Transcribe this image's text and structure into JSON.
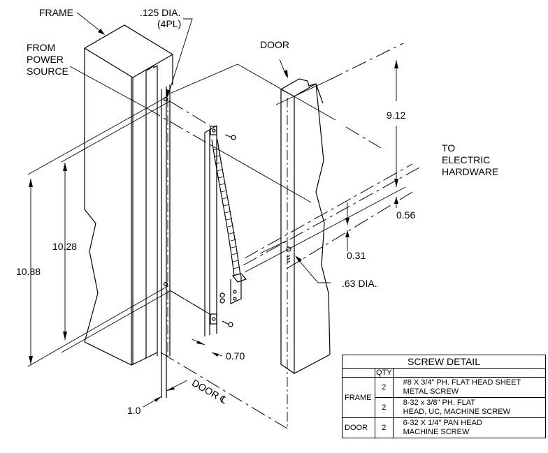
{
  "labels": {
    "frame": "FRAME",
    "hole_dia": ".125 DIA.",
    "hole_count": "(4PL)",
    "from_power_source": [
      "FROM",
      "POWER",
      "SOURCE"
    ],
    "door": "DOOR",
    "to_electric_hardware": [
      "TO",
      "ELECTRIC",
      "HARDWARE"
    ],
    "conduit_dia": ".63 DIA.",
    "door_centerline": "DOOR ℄"
  },
  "dimensions": {
    "frame_height_outer": "10.88",
    "frame_height_inner": "10.28",
    "door_top_offset": "9.12",
    "hardware_offset": "0.56",
    "conduit_offset": "0.31",
    "bracket_width": "0.70",
    "frame_offset": "1.0"
  },
  "screw_detail": {
    "title": "SCREW DETAIL",
    "qty_header": "QTY",
    "rows": [
      {
        "group": "FRAME",
        "qty": "2",
        "description": [
          "#8 X 3/4\" PH. FLAT HEAD SHEET",
          "METAL SCREW"
        ]
      },
      {
        "group": "FRAME",
        "qty": "2",
        "description": [
          "8-32 x 3/8\" PH. FLAT",
          "HEAD, UC, MACHINE SCREW"
        ]
      },
      {
        "group": "DOOR",
        "qty": "2",
        "description": [
          "6-32 X 1/4\" PAN HEAD",
          "MACHINE SCREW"
        ]
      }
    ]
  }
}
